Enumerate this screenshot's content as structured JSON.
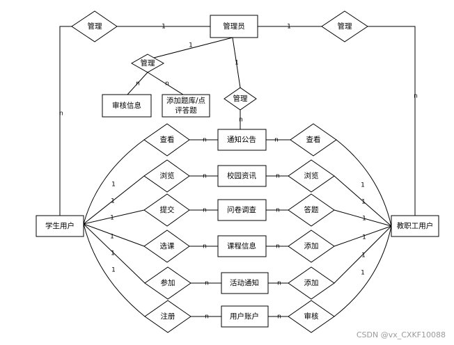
{
  "entities": {
    "admin": "管理员",
    "student": "学生用户",
    "staff": "教职工用户",
    "review_info": "审核信息",
    "add_bank_line1": "添加题库/点",
    "add_bank_line2": "评答题",
    "notice": "通知公告",
    "campus_news": "校园资讯",
    "survey": "问卷调查",
    "course": "课程信息",
    "activity": "活动通知",
    "account": "用户账户"
  },
  "relations": {
    "manage_left": "管理",
    "manage_right": "管理",
    "manage_mid": "管理",
    "manage_center": "管理",
    "view_left": "查看",
    "browse_left": "浏览",
    "submit": "提交",
    "select_course": "选课",
    "participate": "参加",
    "register": "注册",
    "view_right": "查看",
    "browse_right": "浏览",
    "answer": "答题",
    "add_course": "添加",
    "add_activity": "添加",
    "audit": "审核"
  },
  "cardinality": {
    "one": "1",
    "many": "n"
  },
  "watermark": "CSDN @vx_CXKF10088"
}
